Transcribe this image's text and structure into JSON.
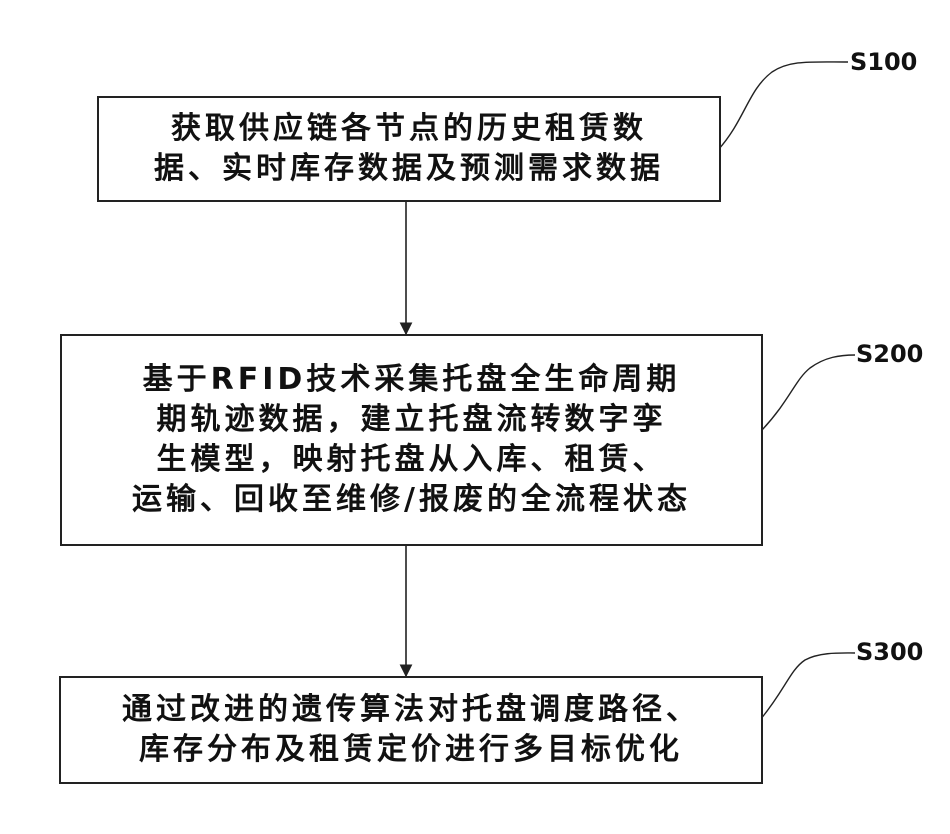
{
  "steps": [
    {
      "label": "S100",
      "lines": [
        "获取供应链各节点的历史租赁数",
        "据、实时库存数据及预测需求数据"
      ]
    },
    {
      "label": "S200",
      "lines": [
        "基于RFID技术采集托盘全生命周期",
        "期轨迹数据，建立托盘流转数字孪",
        "生模型，映射托盘从入库、租赁、",
        "运输、回收至维修/报废的全流程状态"
      ]
    },
    {
      "label": "S300",
      "lines": [
        "通过改进的遗传算法对托盘调度路径、",
        "库存分布及租赁定价进行多目标优化"
      ]
    }
  ]
}
